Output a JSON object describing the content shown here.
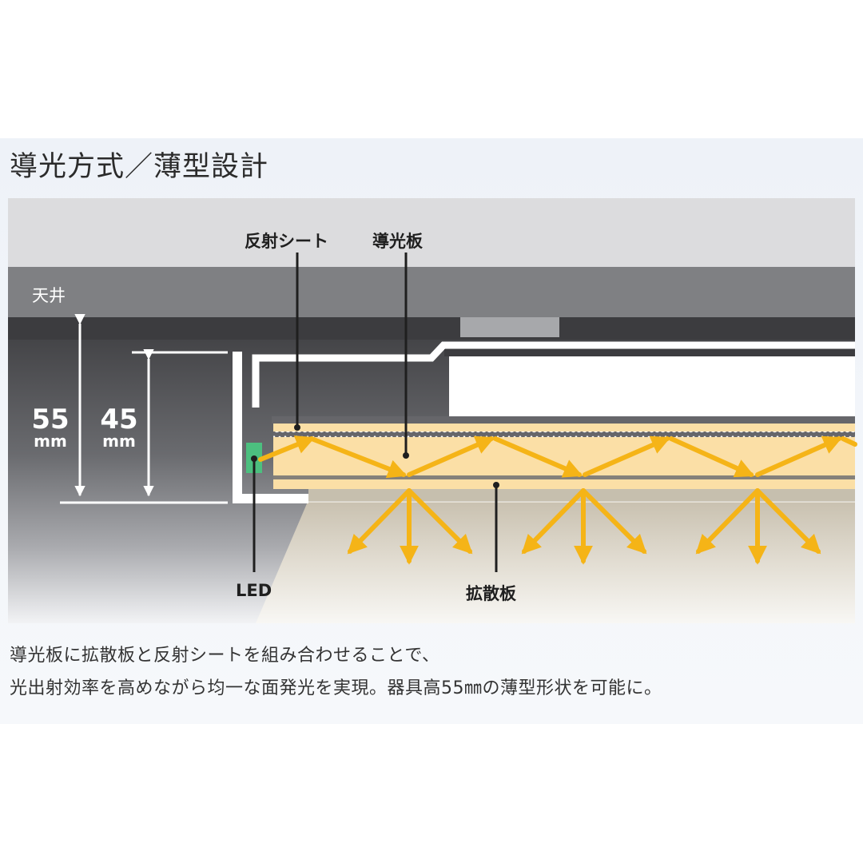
{
  "title": "導光方式／薄型設計",
  "labels": {
    "ceiling": "天井",
    "reflective_sheet": "反射シート",
    "light_guide_plate": "導光板",
    "led": "LED",
    "diffuser_plate": "拡散板"
  },
  "dimensions": {
    "outer": {
      "value": "55",
      "unit": "mm"
    },
    "inner": {
      "value": "45",
      "unit": "mm"
    }
  },
  "caption": {
    "line1": "導光板に拡散板と反射シートを組み合わせることで、",
    "line2": "光出射効率を高めながら均一な面発光を実現。器具高55㎜の薄型形状を可能に。"
  },
  "colors": {
    "ceiling_top": "#dcdcde",
    "ceiling_band": "#7f8083",
    "fixture_dark": "#3c3c3f",
    "light_guide": "#fbdfa6",
    "arrow": "#f5b417",
    "led": "#4cbf7f"
  }
}
